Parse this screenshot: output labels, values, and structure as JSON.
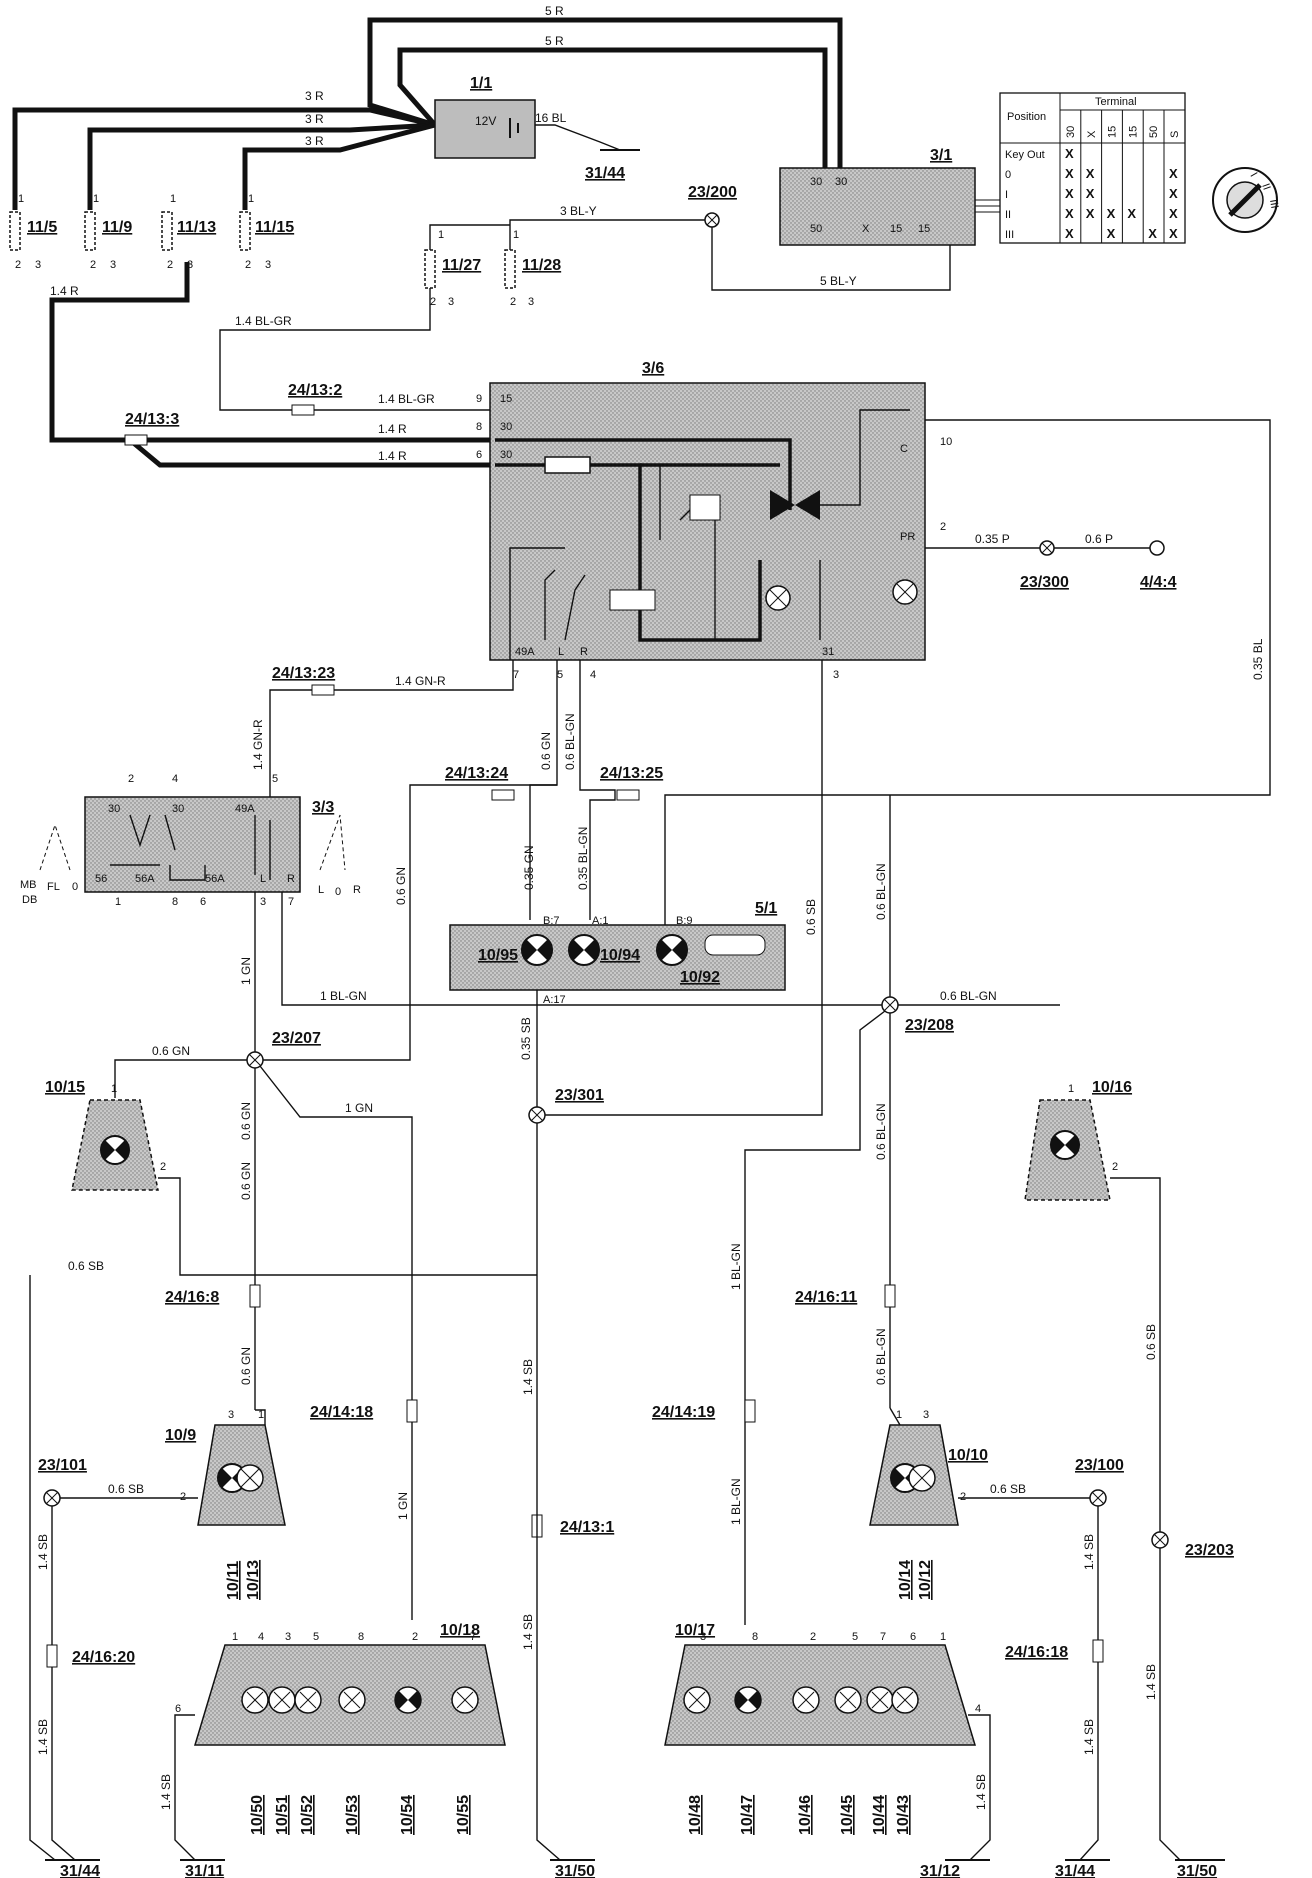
{
  "components": {
    "battery": {
      "ref": "1/1",
      "voltage": "12V"
    },
    "ignition_switch": {
      "ref": "3/1"
    },
    "flasher_unit": {
      "ref": "3/6"
    },
    "turn_signal_switch": {
      "ref": "3/3",
      "left_labels": [
        "MB",
        "FL",
        "DB",
        "0"
      ],
      "right_labels": [
        "L",
        "0",
        "R"
      ]
    },
    "instrument_panel": {
      "ref": "5/1",
      "bulbs": [
        "10/95",
        "10/94",
        "10/92"
      ]
    },
    "lamp_10_15": "10/15",
    "lamp_10_16": "10/16",
    "lamp_10_9": {
      "ref": "10/9",
      "bulbs": [
        "10/11",
        "10/13"
      ]
    },
    "lamp_10_10": {
      "ref": "10/10",
      "bulbs": [
        "10/14",
        "10/12"
      ]
    },
    "rear_left": {
      "ref": "10/18",
      "bulbs": [
        "10/50",
        "10/51",
        "10/52",
        "10/53",
        "10/54",
        "10/55"
      ]
    },
    "rear_right": {
      "ref": "10/17",
      "bulbs": [
        "10/48",
        "10/47",
        "10/46",
        "10/45",
        "10/44",
        "10/43"
      ]
    }
  },
  "fuses": [
    "11/5",
    "11/9",
    "11/13",
    "11/15",
    "11/27",
    "11/28"
  ],
  "connectors": [
    "24/13:2",
    "24/13:3",
    "24/13:23",
    "24/13:24",
    "24/13:25",
    "24/16:8",
    "24/14:18",
    "24/14:19",
    "24/16:11",
    "24/13:1",
    "24/16:20",
    "24/16:18"
  ],
  "splices": [
    "23/200",
    "23/300",
    "23/207",
    "23/208",
    "23/301",
    "23/101",
    "23/100",
    "23/203"
  ],
  "grounds": [
    "31/44",
    "31/44",
    "31/11",
    "31/50",
    "31/12",
    "31/44",
    "31/50"
  ],
  "other": {
    "terminal_4_4_4": "4/4:4"
  },
  "wire_labels": {
    "top_5r_1": "5 R",
    "top_5r_2": "5 R",
    "bat_3r_1": "3 R",
    "bat_3r_2": "3 R",
    "bat_3r_3": "3 R",
    "bat_16bl": "16 BL",
    "w_3bly": "3 BL-Y",
    "w_5bly": "5 BL-Y",
    "w_14r_left": "1.4  R",
    "w_14blgr_left": "1.4  BL-GR",
    "w_14blgr_in": "1.4   BL-GR",
    "w_14r_in1": "1.4   R",
    "w_14r_in2": "1.4   R",
    "w_035p": "0.35  P",
    "w_06p": "0.6  P",
    "w_035bl": "0.35  BL",
    "w_14gnr": "1.4    GN-R",
    "w_14gnr_v": "1.4   GN-R",
    "w_06gn_a": "0.6  GN",
    "w_06blgn_a": "0.6  BL-GN",
    "w_035gn": "0.35  GN",
    "w_035blgn": "0.35  BL-GN",
    "w_06gn_left": "0.6  GN",
    "w_06sb_mid": "0.6  SB",
    "w_06blgn_mid": "0.6  BL-GN",
    "w_1gn_v": "1  GN",
    "w_1blgn_h": "1  BL-GN",
    "w_06blgn_h": "0.6      BL-GN",
    "w_06gn_h": "0.6  GN",
    "w_1gn_h": "1  GN",
    "w_035sb": "0.35  SB",
    "w_06gn_v1": "0.6  GN",
    "w_06sb_left": "0.6    SB",
    "w_1blgn_v": "1  BL-GN",
    "w_06blgn_v": "0.6  BL-GN",
    "w_06sb_right": "0.6  SB",
    "w_06gn_v2": "0.6  GN",
    "w_1gn_v2": "1  GN",
    "w_14sb_mid1": "1.4  SB",
    "w_1blgn_v2": "1  BL-GN",
    "w_06blgn_v2": "0.6  BL-GN",
    "w_06sb_109": "0.6  SB",
    "w_06sb_1010": "0.6  SB",
    "w_14sb_101": "1.4  SB",
    "w_14sb_100": "1.4  SB",
    "w_14sb_mid2": "1.4  SB",
    "w_14sb_1620": "1.4  SB",
    "w_14sb_1618": "1.4  SB",
    "w_14sb_6": "1.4  SB",
    "w_14sb_4": "1.4  SB",
    "w_14sb_203": "1.4  SB"
  },
  "ignition_table": {
    "position_header": "Position",
    "terminal_header": "Terminal",
    "terminal_cols": [
      "30",
      "X",
      "15",
      "15",
      "50",
      "S"
    ],
    "rows": [
      "Key Out",
      "0",
      "I",
      "II",
      "III"
    ],
    "marks": [
      [
        "X",
        "",
        "",
        "",
        "",
        ""
      ],
      [
        "X",
        "X",
        "",
        "",
        "",
        "X"
      ],
      [
        "X",
        "X",
        "",
        "",
        "",
        "X"
      ],
      [
        "X",
        "X",
        "X",
        "X",
        "",
        "X"
      ],
      [
        "X",
        "",
        "X",
        "",
        "X",
        "X"
      ]
    ]
  },
  "pin_labels": {
    "fuse_top": "1",
    "fuse_b2": "2",
    "fuse_b3": "3",
    "flasher_pins": [
      "15",
      "30",
      "30",
      "C",
      "PR",
      "49A",
      "L",
      "R",
      "31"
    ],
    "flasher_wire_nums": [
      "9",
      "8",
      "6",
      "10",
      "2",
      "7",
      "5",
      "4",
      "3"
    ],
    "switch_top": [
      "2",
      "4",
      "5"
    ],
    "switch_in_top": [
      "30",
      "30",
      "49A"
    ],
    "switch_in_bottom": [
      "56",
      "56A",
      "56A",
      "L",
      "R"
    ],
    "switch_bottom": [
      "1",
      "8",
      "6",
      "3",
      "7"
    ],
    "panel": [
      "B:7",
      "A:1",
      "B:9",
      "A:17"
    ],
    "ign_top": [
      "30",
      "30"
    ],
    "ign_bottom": [
      "50",
      "X",
      "15",
      "15"
    ],
    "lamp_pins": [
      "1",
      "2",
      "3"
    ],
    "rear_left_pins": [
      "1",
      "4",
      "3",
      "5",
      "8",
      "2",
      "7",
      "6"
    ],
    "rear_right_pins": [
      "3",
      "8",
      "2",
      "5",
      "7",
      "6",
      "1",
      "4"
    ]
  }
}
